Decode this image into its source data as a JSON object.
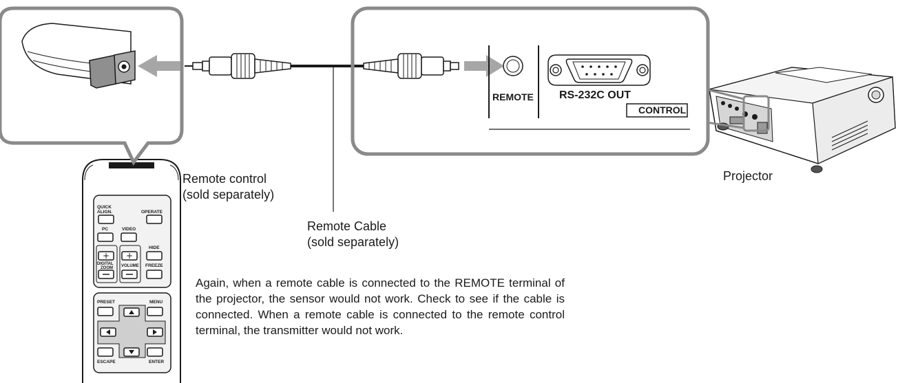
{
  "labels": {
    "remote_control_line1": "Remote control",
    "remote_control_line2": "(sold separately)",
    "remote_cable_line1": "Remote Cable",
    "remote_cable_line2": "(sold separately)",
    "projector": "Projector"
  },
  "panel": {
    "remote_terminal": "REMOTE",
    "rs232c": "RS-232C OUT",
    "control": "CONTROL"
  },
  "remote_buttons": {
    "quick_align_1": "QUICK",
    "quick_align_2": "ALIGN.",
    "operate": "OPERATE",
    "pc": "PC",
    "video": "VIDEO",
    "hide": "HIDE",
    "digital_zoom_1": "DIGITAL",
    "digital_zoom_2": "ZOOM",
    "volume": "VOLUME",
    "freeze": "FREEZE",
    "preset": "PRESET",
    "menu": "MENU",
    "escape": "ESCAPE",
    "enter": "ENTER"
  },
  "note": "Again, when a remote cable is connected to the REMOTE terminal of the projector, the sensor would not work.  Check to see if the cable is connected. When a remote cable is connected to the remote control terminal, the transmitter would not work."
}
